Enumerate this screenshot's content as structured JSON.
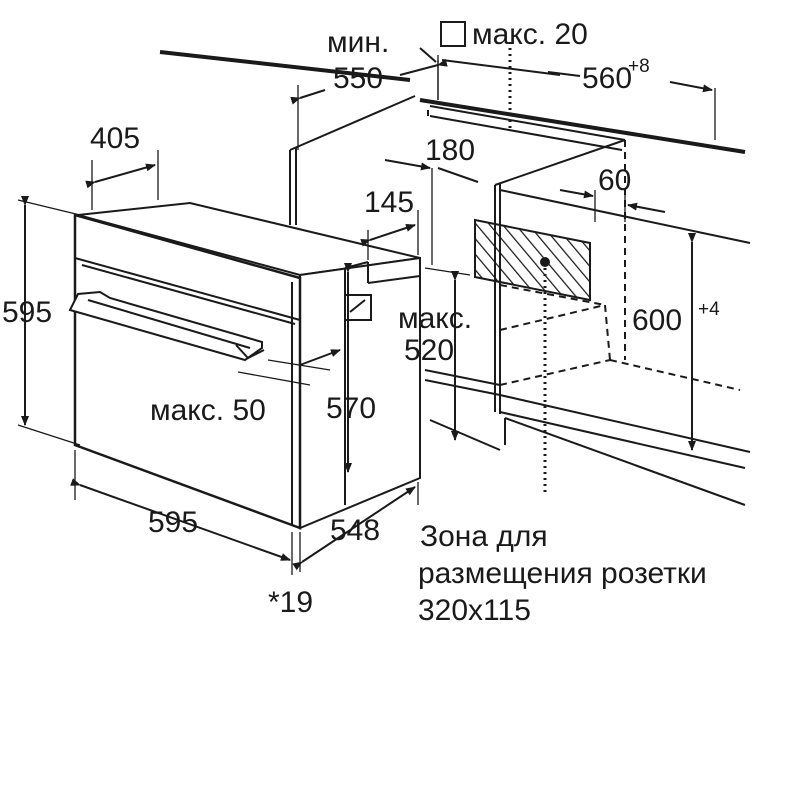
{
  "diagram": {
    "labels": {
      "min_label": "мин.",
      "min_value": "550",
      "max20": "макс. 20",
      "w560": "560",
      "w560_tol": "+8",
      "d405": "405",
      "d180": "180",
      "d60": "60",
      "d145": "145",
      "h595": "595",
      "max520_label": "макс.",
      "max520_value": "520",
      "h600": "600",
      "h600_tol": "+4",
      "max50": "макс. 50",
      "h570": "570",
      "w595": "595",
      "d548": "548",
      "d19": "*19",
      "socket_line1": "Зона для",
      "socket_line2": "размещения розетки",
      "socket_line3": "320x115"
    }
  }
}
